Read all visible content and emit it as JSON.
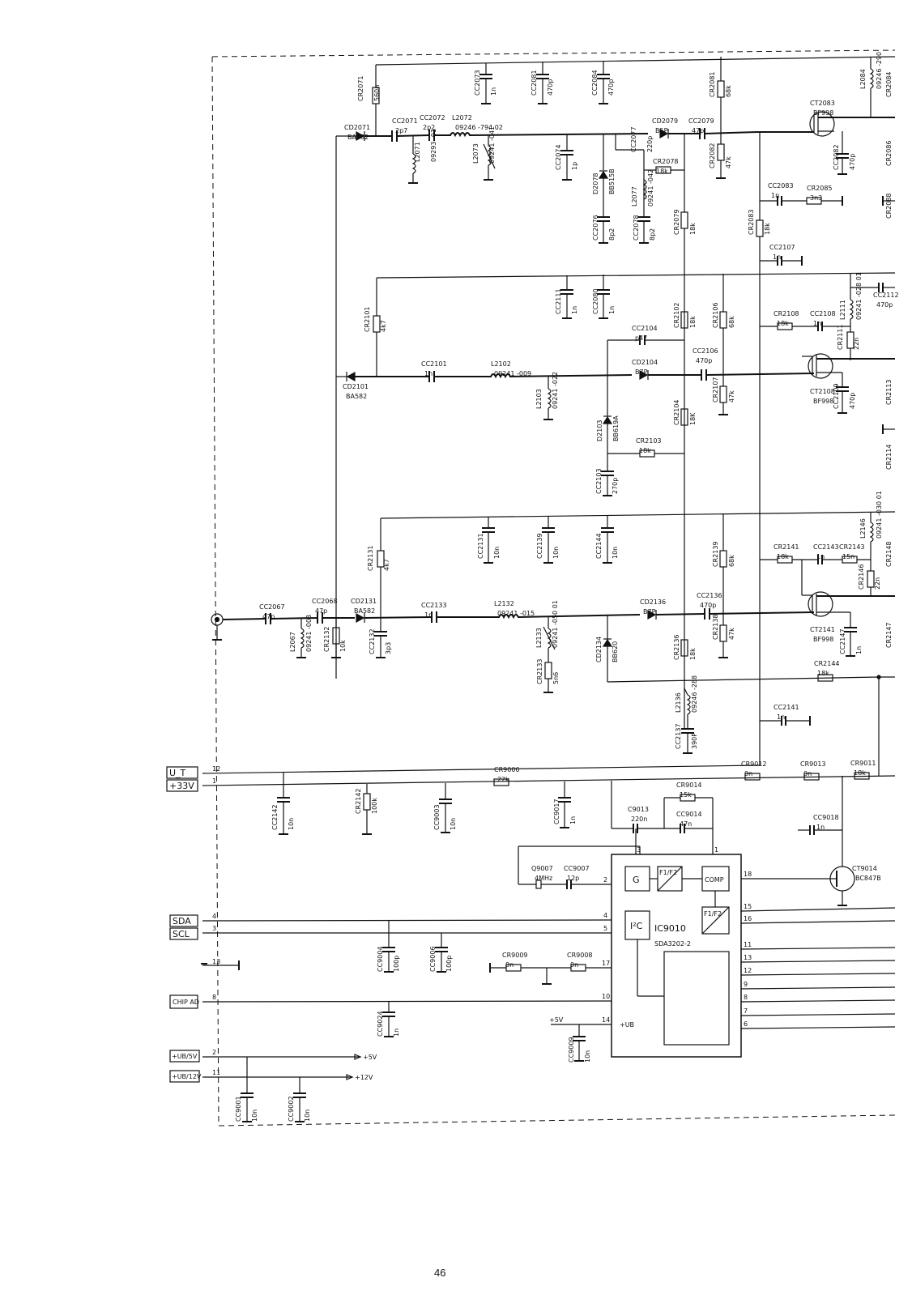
{
  "page_number": "46",
  "connectors": [
    {
      "label": "U_T",
      "pin": "12"
    },
    {
      "label": "+33V",
      "pin": "1"
    },
    {
      "label": "SDA",
      "pin": "4"
    },
    {
      "label": "SCL",
      "pin": "3"
    },
    {
      "label": "",
      "pin": "13"
    },
    {
      "label": "CHIP AD",
      "pin": "8"
    },
    {
      "label": "+UB/5V",
      "pin": "2"
    },
    {
      "label": "+UB/12V",
      "pin": "11"
    }
  ],
  "rails": {
    "plus5": "+5V",
    "plus12": "+12V",
    "plus5_ic": "+5V",
    "ub_ic": "+UB"
  },
  "ic": {
    "ref": "IC9010",
    "part": "SDA3202-2",
    "blocks": {
      "g": "G",
      "div1": "F1/F2",
      "comp": "COMP",
      "div2": "F1/F2",
      "i2c": "I²C"
    },
    "pins_left": [
      "3",
      "2",
      "4",
      "5",
      "17",
      "10",
      "14"
    ],
    "pins_right": [
      "1",
      "18",
      "15",
      "16",
      "11",
      "13",
      "12",
      "9",
      "8",
      "7",
      "6"
    ]
  },
  "components": [
    {
      "ref": "CR2071",
      "value": "560n"
    },
    {
      "ref": "CD2071",
      "value": "BA582"
    },
    {
      "ref": "CC2071",
      "value": "2p7"
    },
    {
      "ref": "CC2072",
      "value": "2p2"
    },
    {
      "ref": "L2072",
      "value": "09246 -794 02"
    },
    {
      "ref": "L2071",
      "value": "09293 -01"
    },
    {
      "ref": "L2073",
      "value": "09241 -041"
    },
    {
      "ref": "CC2073",
      "value": "1n"
    },
    {
      "ref": "CC2081",
      "value": "470p"
    },
    {
      "ref": "CC2084",
      "value": "470p"
    },
    {
      "ref": "CC2074",
      "value": "1p"
    },
    {
      "ref": "D2078",
      "value": "BB515B"
    },
    {
      "ref": "CC2077",
      "value": "220p"
    },
    {
      "ref": "CR2078",
      "value": "18k"
    },
    {
      "ref": "L2077",
      "value": "09241 -042"
    },
    {
      "ref": "CD2079",
      "value": "B5P"
    },
    {
      "ref": "CC2079",
      "value": "47p"
    },
    {
      "ref": "CR2081",
      "value": "68k"
    },
    {
      "ref": "CR2082",
      "value": "47k"
    },
    {
      "ref": "CR2079",
      "value": "18k"
    },
    {
      "ref": "CC2076",
      "value": "8p2"
    },
    {
      "ref": "CC2078",
      "value": "8p2"
    },
    {
      "ref": "CT2083",
      "value": "BF998"
    },
    {
      "ref": "L2084",
      "value": "09246 -290"
    },
    {
      "ref": "CC2082",
      "value": "470p"
    },
    {
      "ref": "CC2083",
      "value": "1n"
    },
    {
      "ref": "CR2085",
      "value": "3n3"
    },
    {
      "ref": "CR2083",
      "value": "18k"
    },
    {
      "ref": "CC2107",
      "value": "1n"
    },
    {
      "ref": "CR2084",
      "value": ""
    },
    {
      "ref": "CR2086",
      "value": ""
    },
    {
      "ref": "CR2088",
      "value": ""
    },
    {
      "ref": "CR2101",
      "value": "4k7"
    },
    {
      "ref": "CD2101",
      "value": "BA582"
    },
    {
      "ref": "CC2101",
      "value": "1n"
    },
    {
      "ref": "L2102",
      "value": "09241 -009"
    },
    {
      "ref": "L2103",
      "value": "09241 -022"
    },
    {
      "ref": "CC2111",
      "value": "1n"
    },
    {
      "ref": "CC2080",
      "value": "1n"
    },
    {
      "ref": "CC2104",
      "value": "p47"
    },
    {
      "ref": "CD2104",
      "value": "B7P"
    },
    {
      "ref": "D2103",
      "value": "BB619A"
    },
    {
      "ref": "CR2103",
      "value": "18k"
    },
    {
      "ref": "CC2103",
      "value": "270p"
    },
    {
      "ref": "CR2102",
      "value": "18k"
    },
    {
      "ref": "CR2104",
      "value": "18K"
    },
    {
      "ref": "CC2106",
      "value": "470p"
    },
    {
      "ref": "CR2106",
      "value": "68k"
    },
    {
      "ref": "CR2107",
      "value": "47k"
    },
    {
      "ref": "CR2108",
      "value": "18k"
    },
    {
      "ref": "CC2108",
      "value": "1n"
    },
    {
      "ref": "L2111",
      "value": "09241 -028 01"
    },
    {
      "ref": "CR2111",
      "value": "22n"
    },
    {
      "ref": "CC2112",
      "value": "470p"
    },
    {
      "ref": "CT2108",
      "value": "BF998"
    },
    {
      "ref": "CC2109",
      "value": "470p"
    },
    {
      "ref": "CR2113",
      "value": ""
    },
    {
      "ref": "CR2114",
      "value": ""
    },
    {
      "ref": "CC2067",
      "value": "47p"
    },
    {
      "ref": "CC2068",
      "value": "47p"
    },
    {
      "ref": "L2067",
      "value": "09241 -003"
    },
    {
      "ref": "CR2132",
      "value": "10k"
    },
    {
      "ref": "CD2131",
      "value": "BA582"
    },
    {
      "ref": "CC2132",
      "value": "3p3"
    },
    {
      "ref": "CR2131",
      "value": "4k7"
    },
    {
      "ref": "CC2133",
      "value": "1n"
    },
    {
      "ref": "L2132",
      "value": "09241 -015"
    },
    {
      "ref": "L2133",
      "value": "09241 -050 01"
    },
    {
      "ref": "CR2133",
      "value": "5n6"
    },
    {
      "ref": "CC2131",
      "value": "10n"
    },
    {
      "ref": "CC2139",
      "value": "10n"
    },
    {
      "ref": "CC2144",
      "value": "10n"
    },
    {
      "ref": "CD2136",
      "value": "B7P"
    },
    {
      "ref": "CD2134",
      "value": "BB620"
    },
    {
      "ref": "CR2136",
      "value": "18k"
    },
    {
      "ref": "L2136",
      "value": "09246 -288"
    },
    {
      "ref": "CC2137",
      "value": "390P"
    },
    {
      "ref": "CC2136",
      "value": "470p"
    },
    {
      "ref": "CR2139",
      "value": "68k"
    },
    {
      "ref": "CR2138",
      "value": "47k"
    },
    {
      "ref": "CR2141",
      "value": "18k"
    },
    {
      "ref": "CC2143",
      "value": "1n"
    },
    {
      "ref": "CR2143",
      "value": "15n"
    },
    {
      "ref": "L2146",
      "value": "09241 -030 01"
    },
    {
      "ref": "CR2146",
      "value": "22n"
    },
    {
      "ref": "CR2148",
      "value": ""
    },
    {
      "ref": "CT2141",
      "value": "BF998"
    },
    {
      "ref": "CC2147",
      "value": "1n"
    },
    {
      "ref": "CR2147",
      "value": ""
    },
    {
      "ref": "CR2144",
      "value": "18k"
    },
    {
      "ref": "CC2141",
      "value": "1n"
    },
    {
      "ref": "CC2142",
      "value": "10n"
    },
    {
      "ref": "CR2142",
      "value": "100k"
    },
    {
      "ref": "CC9003",
      "value": "10n"
    },
    {
      "ref": "CR9006",
      "value": "22k"
    },
    {
      "ref": "CC9017",
      "value": "1n"
    },
    {
      "ref": "CR9012",
      "value": "0n"
    },
    {
      "ref": "CR9013",
      "value": "0n"
    },
    {
      "ref": "CR9011",
      "value": "18k"
    },
    {
      "ref": "CR9014",
      "value": "15k"
    },
    {
      "ref": "C9013",
      "value": "220n"
    },
    {
      "ref": "CC9014",
      "value": "47n"
    },
    {
      "ref": "CC9018",
      "value": "1n"
    },
    {
      "ref": "CT9014",
      "value": "BC847B"
    },
    {
      "ref": "Q9007",
      "value": "4MHz"
    },
    {
      "ref": "CC9007",
      "value": "12p"
    },
    {
      "ref": "CC9004",
      "value": "100p"
    },
    {
      "ref": "CC9006",
      "value": "100p"
    },
    {
      "ref": "CR9009",
      "value": "0n"
    },
    {
      "ref": "CR9008",
      "value": "0n"
    },
    {
      "ref": "CC9024",
      "value": "1n"
    },
    {
      "ref": "CC9009",
      "value": "10n"
    },
    {
      "ref": "CC9001",
      "value": "10n"
    },
    {
      "ref": "CC9002",
      "value": "10n"
    }
  ]
}
